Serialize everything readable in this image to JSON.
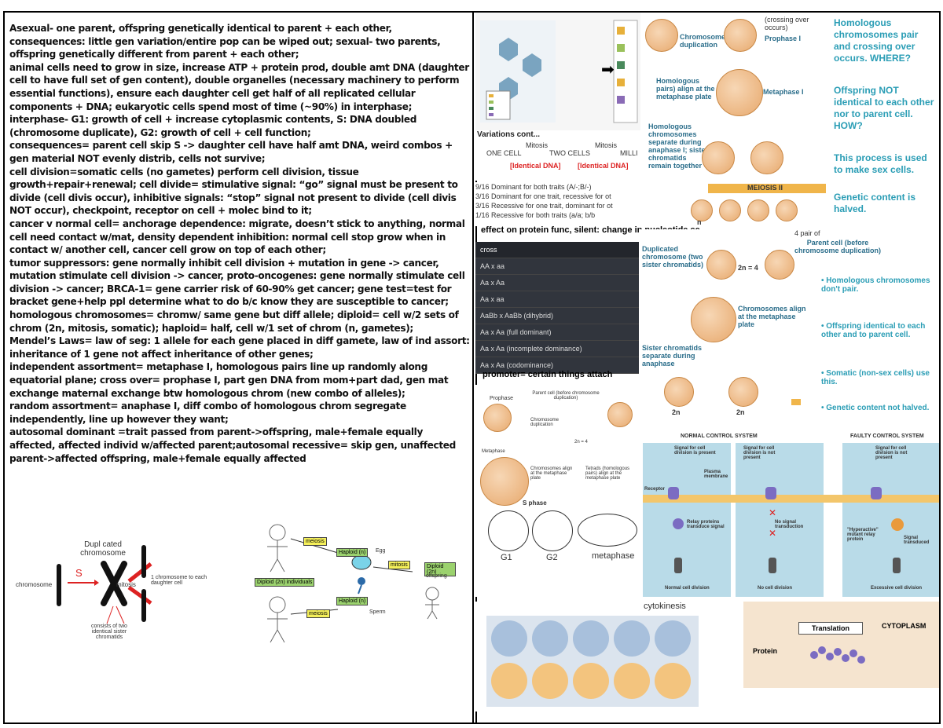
{
  "notes": [
    "Asexual- one parent, offspring genetically identical to parent + each other, consequences: little gen variation/entire pop can be wiped out; sexual- two parents, offspring genetically different from parent + each other;",
    "animal cells need to grow in size, increase ATP + protein prod, double amt DNA (daughter cell to have full set of gen content), double organelles (necessary machinery to perform essential functions), ensure each daughter cell get half of all replicated cellular components + DNA; eukaryotic cells spend most of time (~90%) in interphase;",
    "interphase- G1: growth of cell + increase cytoplasmic contents, S: DNA doubled (chromosome duplicate), G2: growth of cell + cell function;",
    "consequences= parent cell skip S -> daughter cell have half amt DNA, weird combos + gen material NOT evenly distrib, cells not survive;",
    "cell division=somatic cells (no gametes) perform cell division, tissue growth+repair+renewal; cell divide= stimulative signal: “go” signal must be present to divide (cell divis occur), inhibitive signals: “stop” signal not present to divide (cell divis NOT occur), checkpoint, receptor on cell + molec bind to it;",
    "cancer v normal cell= anchorage dependence: migrate, doesn’t stick to anything, normal cell need contact w/mat, density dependent inhibition: normal cell stop grow when in contact w/ another cell, cancer cell grow on top of each other;",
    "tumor suppressors: gene normally inhibit cell division + mutation in gene -> cancer, mutation stimulate cell division -> cancer, proto-oncogenes: gene normally stimulate cell division -> cancer; BRCA-1= gene carrier risk of 60-90% get cancer; gene test=test for bracket gene+help ppl determine what to do b/c know they are susceptible to cancer;",
    "homologous chromosomes= chromw/ same gene but diff allele; diploid= cell w/2 sets of chrom (2n, mitosis, somatic); haploid= half, cell w/1 set of chrom (n, gametes);",
    "Mendel’s Laws= law of seg: 1 allele for each gene placed in diff gamete, law of ind assort: inheritance of 1 gene not affect inheritance of other genes;",
    "independent assortment= metaphase I, homologous pairs line up randomly along equatorial plane; cross over= prophase I, part gen DNA from mom+part dad, gen mat exchange maternal exchange btw homologous chrom (new combo of alleles);",
    "random assortment= anaphase I, diff combo of homologous chrom segregate independently, line up however they want;",
    "autosomal dominant =trait passed from parent->offspring, male+female equally affected, affected individ w/affected parent;autosomal recessive= skip gen, unaffected parent->affected offspring, male+female equally affected"
  ],
  "chrom_diagram": {
    "title": "Dupl cated chromosome",
    "left": "chromosome",
    "s": "S",
    "mitosis": "mitosis",
    "right": "1 chromosome to each daughter cell",
    "bottom": "consists of two identical sister chromatids"
  },
  "life_cycle": {
    "meiosis1": "meiosis",
    "meiosis2": "meiosis",
    "haploid_egg": "Haploid (n)",
    "egg": "Egg",
    "haploid_sperm": "Haploid (n)",
    "sperm": "Sperm",
    "diploid_individuals": "Diploid (2n) individuals",
    "mitosis": "mitosis",
    "diploid_offspring": "Diploid (2n)",
    "offspring": "offspring"
  },
  "dna_panel": {
    "arrow": "➡"
  },
  "mitosis_strip": {
    "one_cell": "ONE CELL",
    "mitosis1": "Mitosis",
    "two_cells": "TWO CELLS",
    "mitosis2": "Mitosis",
    "many": "MILLI",
    "identical1": "[Identical DNA]",
    "identical2": "[Identical DNA]",
    "partial": "Variations cont..."
  },
  "ratios": [
    "9/16 Dominant for both traits (A/-;B/-)",
    "3/16 Dominant for one trait, recessive for ot",
    "3/16 Recessive for one trait, dominant for ot",
    "1/16 Recessive for both traits (a/a; b/b"
  ],
  "effect_line": "effect on protein func, silent: change in nucleotide se",
  "cross_table": {
    "header": "cross",
    "rows": [
      "AA x aa",
      "Aa x Aa",
      "Aa x aa",
      "AaBb x AaBb (dihybrid)",
      "Aa x Aa (full dominant)",
      "Aa x Aa (incomplete dominance)",
      "Aa x Aa (codominance)"
    ]
  },
  "promoter_line": "promoter= certain things attach",
  "meiosis_panel": {
    "crossing": "(crossing over occurs)",
    "prophase": "Prophase I",
    "chrom_dup": "Chromosome duplication",
    "homol_pairs": "Homologous pairs) align at the metaphase plate",
    "metaphase": "Metaphase I",
    "homol_sep": "Homologous chromosomes separate during anaphase I; sister chromatids remain together",
    "meiosis2": "MEIOSIS II",
    "n": "n",
    "side1": "Homologous chromosomes pair and crossing over occurs. WHERE?",
    "side2": "Offspring NOT identical to each other nor to parent cell. HOW?",
    "side3": "This process is used to make sex cells.",
    "side4": "Genetic content is halved."
  },
  "mitosis_panel": {
    "parent": "Parent cell (before chromosome duplication)",
    "pair": "4 pair of",
    "dup": "Duplicated chromosome (two sister chromatids)",
    "twon": "2n = 4",
    "align": "Chromosomes align at the metaphase plate",
    "sep": "Sister chromatids separate during anaphase",
    "twon1": "2n",
    "twon2": "2n",
    "b1": "Homologous chromosomes don't pair.",
    "b2": "Offspring identical to each other and to parent cell.",
    "b3": "Somatic (non-sex cells) use this.",
    "b4": "Genetic content not halved."
  },
  "phases_panel": {
    "prophase": "Prophase",
    "parent": "Parent cell (before chromosome duplication)",
    "chrom_dup": "Chromosome duplication",
    "twon": "2n = 4",
    "metaphase": "Metaphase",
    "align": "Chromosomes align at the metaphase plate",
    "tetrads": "Tetrads (homologous pairs) align at the metaphase plate",
    "sphase": "S phase",
    "g1": "G1",
    "g2": "G2",
    "meta": "metaphase"
  },
  "control_panel": {
    "normal_title": "NORMAL CONTROL SYSTEM",
    "faulty_title": "FAULTY CONTROL SYSTEM",
    "sig_present": "Signal for cell division is present",
    "sig_absent": "Signal for cell division is not present",
    "sig_absent2": "Signal for cell division is not present",
    "receptor": "Receptor",
    "membrane": "Plasma membrane",
    "relay": "Relay proteins transduce signal",
    "no_signal": "No signal transduction",
    "hyper": "\"Hyperactive\" mutant relay protein",
    "transduced": "Signal transduced",
    "normal_div": "Normal cell division",
    "no_div": "No cell division",
    "excess_div": "Excessive cell division"
  },
  "cyto_panel": {
    "cytokinesis": "cytokinesis",
    "translation": "Translation",
    "cytoplasm": "CYTOPLASM",
    "protein": "Protein"
  }
}
